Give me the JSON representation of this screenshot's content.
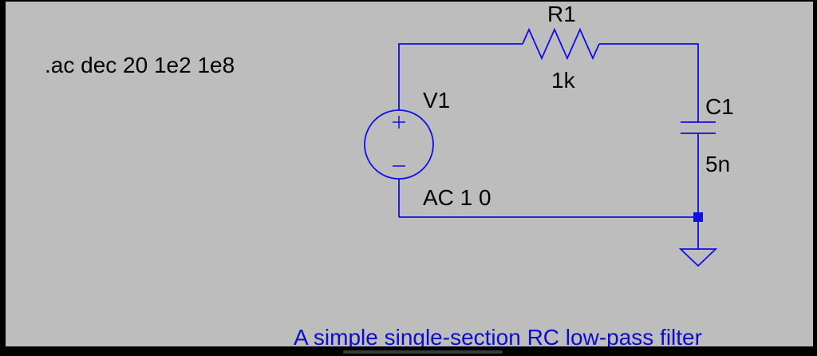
{
  "colors": {
    "bg": "#bdbdbd",
    "wire": "#0f0fe8",
    "label": "#000000",
    "caption": "#0d0dc8",
    "frame": "#000000"
  },
  "schematic": {
    "directive": ".ac dec 20 1e2 1e8",
    "caption": "A simple single-section RC low-pass filter",
    "components": {
      "resistor": {
        "name": "R1",
        "value": "1k"
      },
      "source": {
        "name": "V1",
        "value": "AC 1 0"
      },
      "capacitor": {
        "name": "C1",
        "value": "5n"
      }
    }
  }
}
